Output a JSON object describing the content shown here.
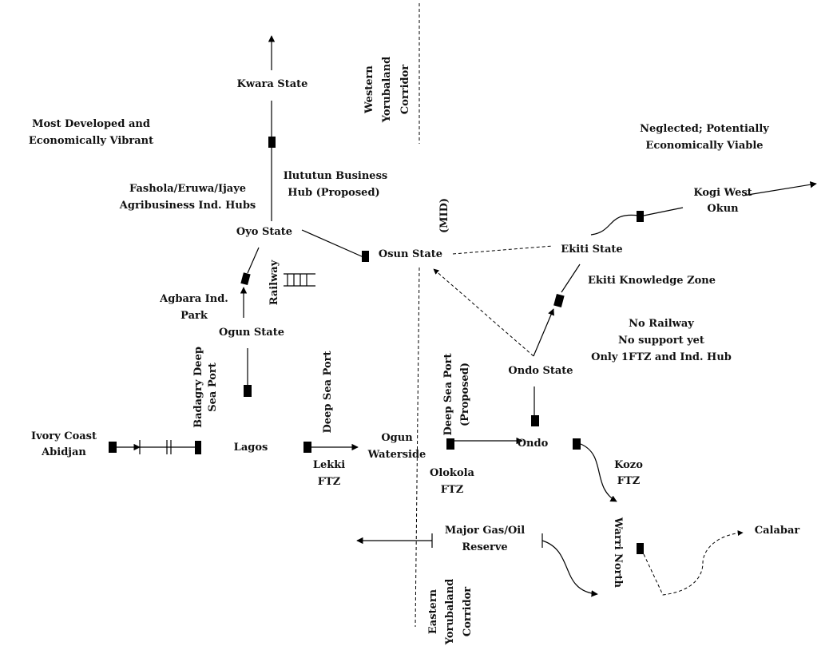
{
  "labels": {
    "kwara": "Kwara State",
    "western_1": "Western",
    "western_2": "Yorubaland",
    "western_3": "Corridor",
    "most_dev_1": "Most Developed and",
    "most_dev_2": "Economically Vibrant",
    "neglected_1": "Neglected; Potentially",
    "neglected_2": "Economically Viable",
    "ilututun_1": "Ilututun Business",
    "ilututun_2": "Hub (Proposed)",
    "fashola_1": "Fashola/Eruwa/Ijaye",
    "fashola_2": "Agribusiness Ind. Hubs",
    "kogi_1": "Kogi West",
    "kogi_2": "Okun",
    "oyo": "Oyo State",
    "mid": "(MID)",
    "osun": "Osun State",
    "ekiti": "Ekiti State",
    "railway": "Railway",
    "ekiti_kz": "Ekiti Knowledge Zone",
    "agbara_1": "Agbara Ind.",
    "agbara_2": "Park",
    "no_rail_1": "No Railway",
    "no_rail_2": "No support yet",
    "no_rail_3": "Only 1FTZ and Ind. Hub",
    "ogun_state": "Ogun State",
    "badagry_1": "Badagry Deep",
    "badagry_2": "Sea Port",
    "deep_sea_1": "Deep Sea Port",
    "deep_sea_2_1": "Deep Sea Port",
    "deep_sea_2_2": "(Proposed)",
    "ondo_state": "Ondo State",
    "ivory_1": "Ivory Coast",
    "ivory_2": "Abidjan",
    "lagos": "Lagos",
    "ogun_ws_1": "Ogun",
    "ogun_ws_2": "Waterside",
    "ondo": "Ondo",
    "lekki_1": "Lekki",
    "lekki_2": "FTZ",
    "olokola_1": "Olokola",
    "olokola_2": "FTZ",
    "kozo_1": "Kozo",
    "kozo_2": "FTZ",
    "gas_1": "Major Gas/Oil",
    "gas_2": "Reserve",
    "warri": "Warri North",
    "calabar": "Calabar",
    "eastern_1": "Eastern",
    "eastern_2": "Yorubaland",
    "eastern_3": "Corridor"
  }
}
